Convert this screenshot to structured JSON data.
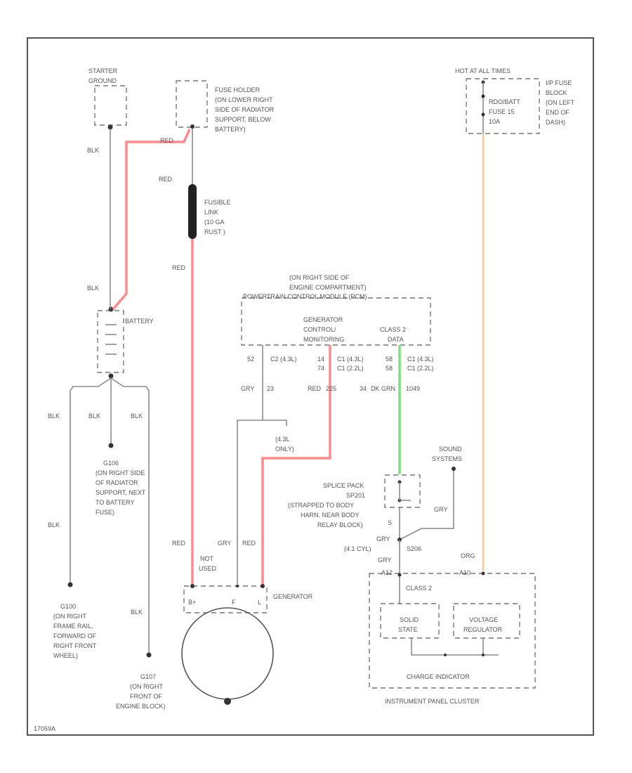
{
  "diagram_id": "17059A",
  "components": {
    "starter_ground": [
      "STARTER",
      "GROUND"
    ],
    "fuse_holder": [
      "FUSE HOLDER",
      "(ON LOWER RIGHT",
      "SIDE OF RADIATOR",
      "SUPPORT, BELOW",
      "BATTERY)"
    ],
    "fusible_link": [
      "FUSIBLE",
      "LINK",
      "(10 GA",
      "RUST )"
    ],
    "battery": "BATTERY",
    "pcm_location": [
      "(ON RIGHT SIDE OF",
      "ENGINE COMPARTMENT)"
    ],
    "pcm_title": "POWERTRAIN CONTROL MODULE (PCM)",
    "pcm_gen_control": [
      "GENERATOR",
      "CONTROL/",
      "MONITORING"
    ],
    "pcm_class2": [
      "CLASS 2",
      "DATA"
    ],
    "hot_at_all_times": "HOT AT ALL TIMES",
    "fuse_block_location": [
      "I/P FUSE",
      "BLOCK",
      "(ON LEFT",
      "END OF",
      "DASH)"
    ],
    "fuse": [
      "RDO/BATT",
      "FUSE 15",
      "10A"
    ],
    "ground_g106": [
      "G106",
      "(ON RIGHT SIDE",
      "OF RADIATOR",
      "SUPPORT, NEXT",
      "TO BATTERY",
      "FUSE)"
    ],
    "ground_g100": [
      "G100",
      "(ON RIGHT",
      "FRAME RAIL,",
      "FORWARD OF",
      "RIGHT FRONT",
      "WHEEL)"
    ],
    "ground_g107": [
      "G107",
      "(ON RIGHT",
      "FRONT OF",
      "ENGINE BLOCK)"
    ],
    "sound_systems": [
      "SOUND",
      "SYSTEMS"
    ],
    "splice_pack": [
      "SPLICE PACK",
      "SP201",
      "(STRAPPED TO BODY",
      "HARN. NEAR BODY",
      "RELAY BLOCK)"
    ],
    "generator": "GENERATOR",
    "generator_terminals": [
      "B+",
      "F",
      "L"
    ],
    "not_used": [
      "NOT",
      "USED"
    ],
    "splice_s": "S",
    "splice_s206": "S206",
    "ipc_class2": "CLASS 2",
    "solid_state": [
      "SOLID",
      "STATE"
    ],
    "voltage_regulator": [
      "VOLTAGE",
      "REGULATOR"
    ],
    "ipc_gauge": "CHARGE INDICATOR",
    "ipc_title": "INSTRUMENT PANEL CLUSTER",
    "ipc_pins": [
      "A12",
      "A10"
    ],
    "only_43": [
      "(4.3L",
      "ONLY)"
    ],
    "only_41": "(4.1 CYL)"
  },
  "wire_labels": {
    "blk_starter": "BLK",
    "blk_battery": "BLK",
    "blk_g100": "BLK",
    "blk_g106": "BLK",
    "blk_g107_top": "BLK",
    "blk_g100_low": "BLK",
    "blk_g107_low": "BLK",
    "red_top": "RED",
    "red_fuse": "RED",
    "red_link": "RED",
    "red_gen": "RED",
    "gry_gen": "GRY",
    "red_gen_l": "RED",
    "gry_pcm": "GRY",
    "red_pcm": "RED",
    "dk_grn": "DK GRN",
    "gry_sound": "GRY",
    "gry_ipc": "GRY",
    "org_ipc": "ORG",
    "gry_splice": "GRY"
  },
  "pin_labels": {
    "c2_gry": "C2 (4.3L)",
    "c2_gry_pin": "52",
    "c2_red": "C1 (4.3L)",
    "c2_red_pin": "14",
    "c2_red_2": "C1 (2.2L)",
    "c2_red_2_pin": "74",
    "c2_grn": "C1 (4.3L)",
    "c2_grn_pin": "58",
    "c2_grn_2": "C1 (2.2L)",
    "c2_grn_2_pin": "58",
    "gry_circuit": "23",
    "red_circuit": "225",
    "grn_circuit": "1049",
    "grn_circuit_prefix": "34"
  }
}
